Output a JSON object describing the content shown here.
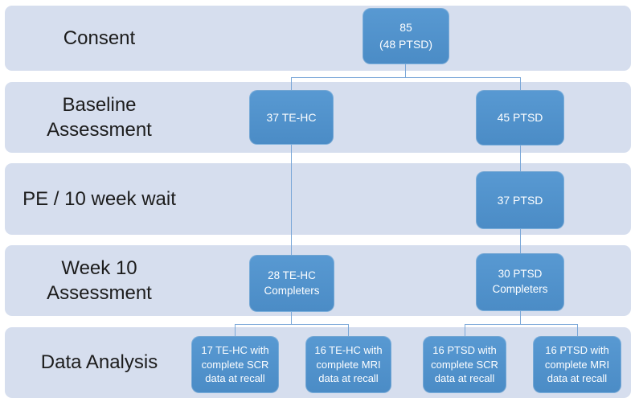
{
  "colors": {
    "band_fill": "#d6deee",
    "box_fill": "#4b8cc6",
    "box_fill_top": "#5899d2",
    "box_text": "#fdfeff",
    "label_text": "#1c1c1c",
    "connector": "#7aa7d8"
  },
  "stages": [
    {
      "id": "consent",
      "label": "Consent"
    },
    {
      "id": "baseline",
      "label": "Baseline\nAssessment"
    },
    {
      "id": "pe",
      "label": "PE / 10 week wait"
    },
    {
      "id": "week10",
      "label": "Week 10\nAssessment"
    },
    {
      "id": "analysis",
      "label": "Data Analysis"
    }
  ],
  "nodes": {
    "consent_total": "85\n(48 PTSD)",
    "baseline_tehc": "37 TE-HC",
    "baseline_ptsd": "45 PTSD",
    "pe_ptsd": "37 PTSD",
    "week10_tehc": "28 TE-HC\nCompleters",
    "week10_ptsd": "30 PTSD\nCompleters",
    "analysis_tehc_scr": "17 TE-HC with\ncomplete SCR\ndata at recall",
    "analysis_tehc_mri": "16 TE-HC with\ncomplete MRI\ndata at recall",
    "analysis_ptsd_scr": "16 PTSD with\ncomplete SCR\ndata at recall",
    "analysis_ptsd_mri": "16 PTSD with\ncomplete MRI\ndata at recall"
  }
}
